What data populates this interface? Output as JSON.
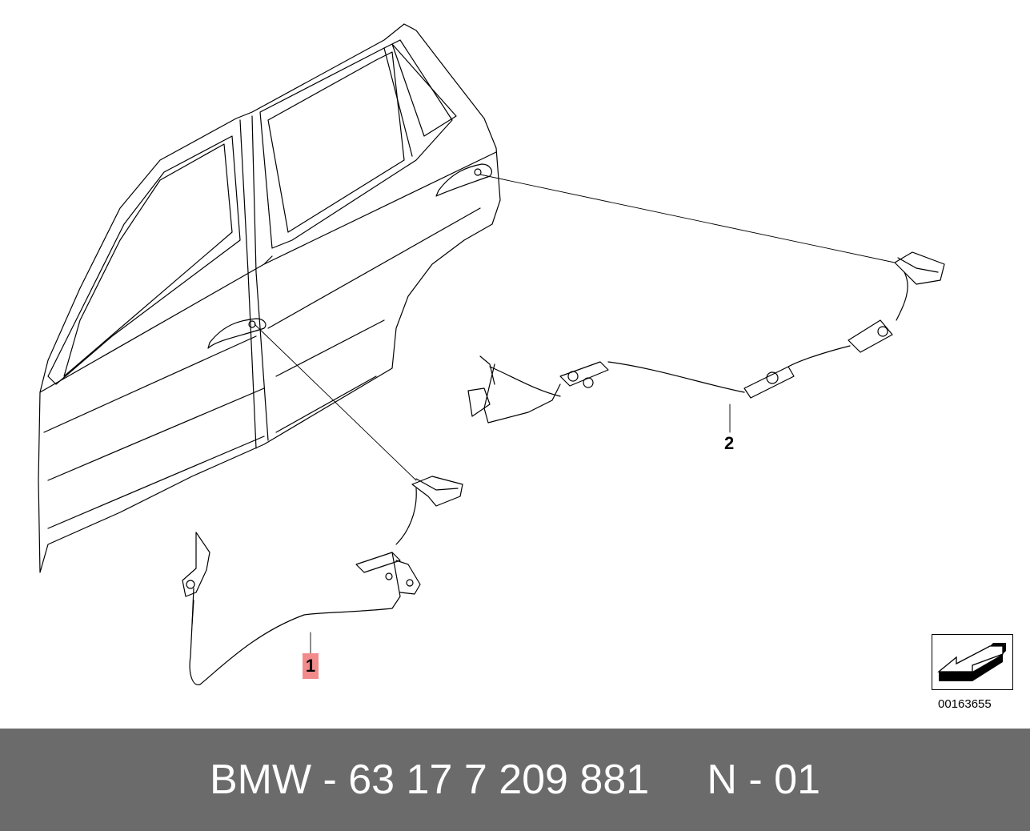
{
  "diagram": {
    "callouts": {
      "one": "1",
      "two": "2"
    },
    "reference_number": "00163655",
    "nav_icon": "arrow-back-icon"
  },
  "footer": {
    "part_label": "BMW - 63 17 7 209 881     N - 01"
  },
  "colors": {
    "background": "#ffffff",
    "line": "#000000",
    "callout_highlight": "#f28b8b",
    "footer_bar": "#6b6b6b",
    "footer_text": "#ffffff"
  }
}
